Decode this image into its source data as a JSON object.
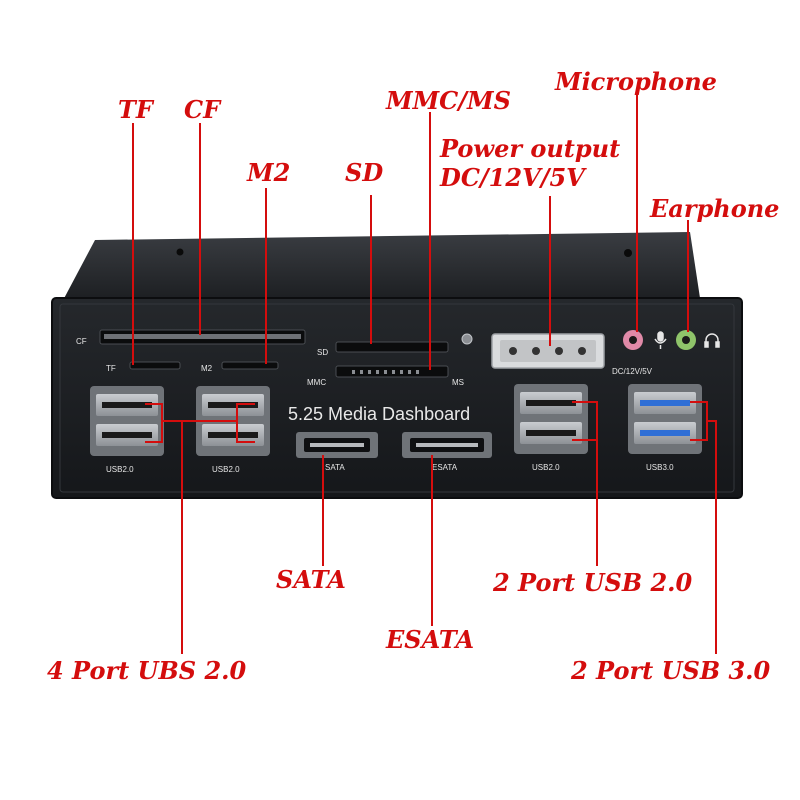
{
  "callouts": {
    "tf": "TF",
    "cf": "CF",
    "m2": "M2",
    "sd": "SD",
    "mmc_ms": "MMC/MS",
    "power_output_line1": "Power output",
    "power_output_line2": "DC/12V/5V",
    "microphone": "Microphone",
    "earphone": "Earphone",
    "sata": "SATA",
    "esata": "ESATA",
    "usb20_2port": "2 Port USB 2.0",
    "usb20_4port": "4 Port UBS 2.0",
    "usb30_2port": "2 Port USB 3.0"
  },
  "panel": {
    "title": "5.25 Media Dashboard",
    "labels": {
      "cf": "CF",
      "tf": "TF",
      "m2": "M2",
      "sd": "SD",
      "mmc": "MMC",
      "ms": "MS",
      "dc": "DC/12V/5V",
      "usb2_a": "USB2.0",
      "usb2_b": "USB2.0",
      "usb2_c": "USB2.0",
      "usb3": "USB3.0",
      "sata": "SATA",
      "esata": "ESATA"
    }
  },
  "colors": {
    "callout": "#d40d0d",
    "panel_face": "#1c1e21",
    "usb3_blue": "#2f6fd6",
    "mic_pink": "#e08aa8",
    "ear_green": "#8fc46a"
  }
}
